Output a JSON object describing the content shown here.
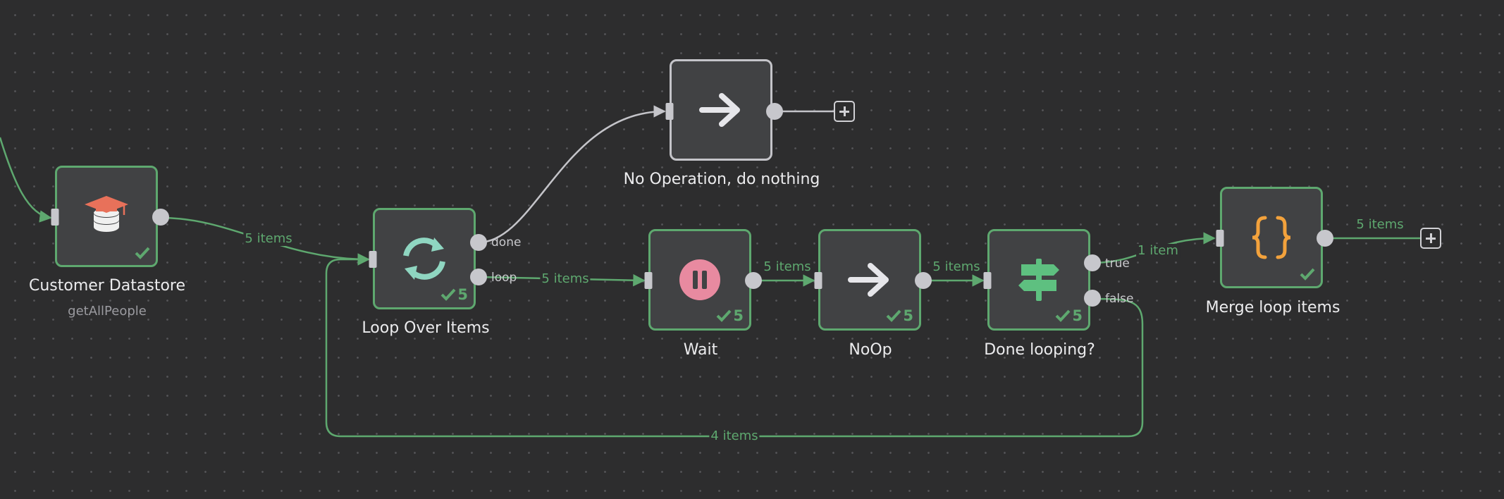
{
  "colors": {
    "canvas": "#2d2d2e",
    "success": "#5ea86f",
    "node_bg": "#414244",
    "port": "#c7c7cc",
    "edge_default": "#c4c4c9"
  },
  "nodes": {
    "customer_datastore": {
      "title": "Customer Datastore",
      "subtitle": "getAllPeople",
      "icon": "graduation-database-icon",
      "status": "success"
    },
    "loop_over_items": {
      "title": "Loop Over Items",
      "icon": "sync-icon",
      "items_count": "5",
      "outputs": [
        "done",
        "loop"
      ]
    },
    "no_operation": {
      "title": "No Operation, do nothing",
      "icon": "arrow-right-icon"
    },
    "wait": {
      "title": "Wait",
      "icon": "pause-icon",
      "items_count": "5"
    },
    "noop": {
      "title": "NoOp",
      "icon": "arrow-right-icon",
      "items_count": "5"
    },
    "done_looping": {
      "title": "Done looping?",
      "icon": "signpost-icon",
      "items_count": "5",
      "outputs": [
        "true",
        "false"
      ]
    },
    "merge_loop_items": {
      "title": "Merge loop items",
      "icon": "braces-icon",
      "status": "success"
    }
  },
  "edges": {
    "datastore_to_loop": "5 items",
    "loop_to_wait": "5 items",
    "wait_to_noop": "5 items",
    "noop_to_if": "5 items",
    "if_true_to_merge": "1 item",
    "merge_out": "5 items",
    "if_false_to_loop": "4 items"
  }
}
